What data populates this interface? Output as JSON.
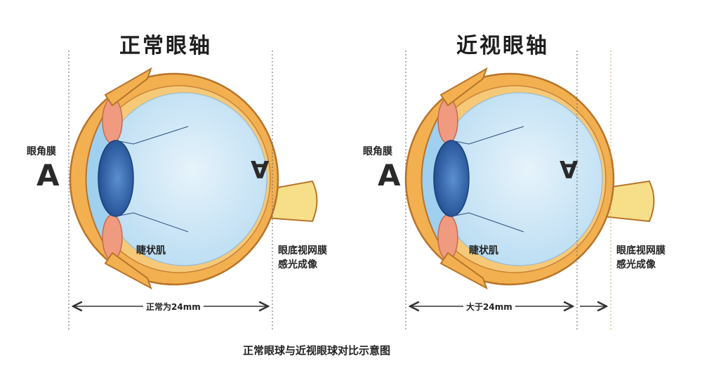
{
  "left": {
    "title": "正常眼轴",
    "cornea_label": "眼角膜",
    "image_letter": "A",
    "muscle_label": "睫状肌",
    "retina_label_1": "眼底视网膜",
    "retina_label_2": "感光成像",
    "measure_label": "正常为24mm"
  },
  "right": {
    "title": "近视眼轴",
    "cornea_label": "眼角膜",
    "image_letter": "A",
    "muscle_label": "睫状肌",
    "retina_label_1": "眼底视网膜",
    "retina_label_2": "感光成像",
    "measure_label": "大于24mm"
  },
  "caption": "正常眼球与近视眼球对比示意图",
  "colors": {
    "sclera": "#f2b050",
    "sclera_edge": "#b8742a",
    "vitreous": "#cfe6f5",
    "lens": "#2e63a8",
    "iris": "#f09a80",
    "optic_nerve": "#f7df8a"
  }
}
